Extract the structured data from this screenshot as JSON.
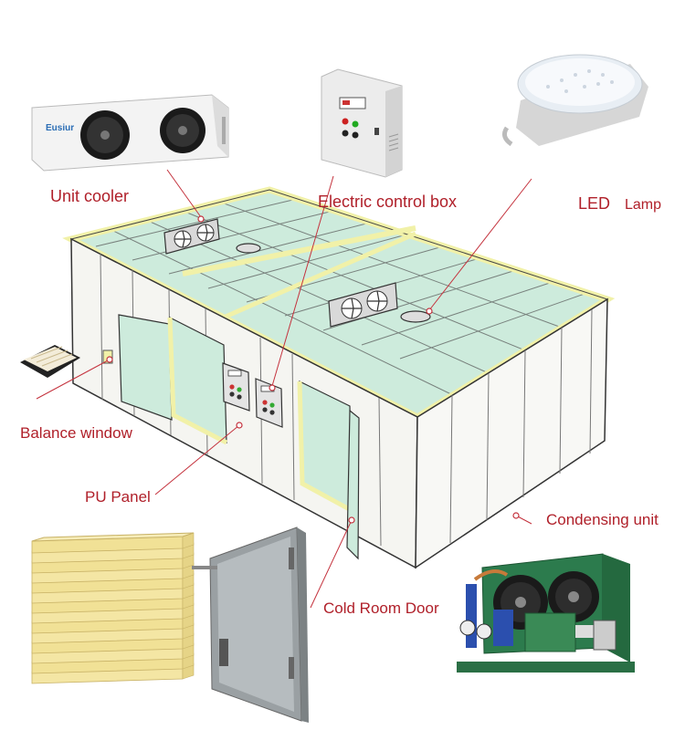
{
  "labels": {
    "unit_cooler": "Unit cooler",
    "electric_control_box": "Electric control box",
    "led_lamp": "LED",
    "led_lamp_suffix": "Lamp",
    "balance_window": "Balance window",
    "pu_panel": "PU Panel",
    "condensing_unit": "Condensing unit",
    "cold_room_door": "Cold Room Door"
  },
  "unit_cooler_brand": "Eusiur",
  "colors": {
    "callout_line": "#c4323d",
    "outline": "#333333",
    "room_frame": "#f1f1a8",
    "room_glass": "#c9eadb",
    "panel_wall": "#f6f6f2",
    "pu_core": "#f2e39a",
    "door_steel": "#8e9598",
    "condenser_green": "#2c7b4d"
  }
}
